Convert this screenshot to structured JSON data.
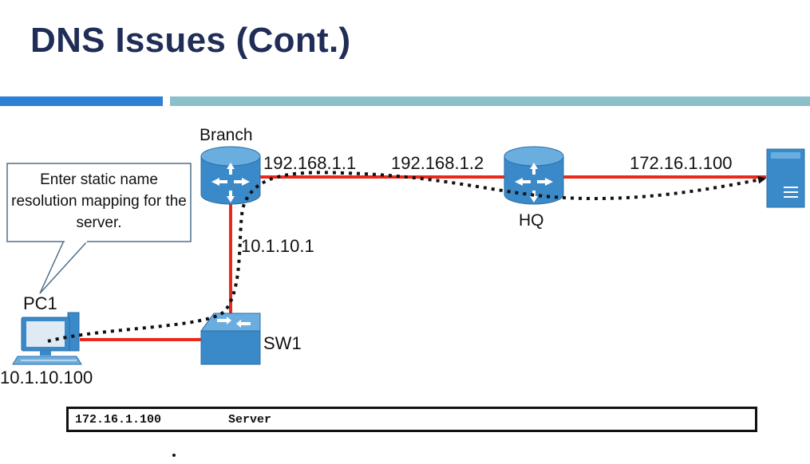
{
  "slide": {
    "title": "DNS Issues (Cont.)"
  },
  "colors": {
    "title": "#1f2d57",
    "accent_bar_dark": "#2e7fd6",
    "accent_bar_light": "#8bbfca",
    "link": "#e8291c",
    "device_blue": "#3a89c9",
    "path": "#111111"
  },
  "devices": {
    "pc1": {
      "name": "PC1",
      "ip": "10.1.10.100",
      "icon": "pc-icon"
    },
    "sw1": {
      "name": "SW1",
      "icon": "switch-icon"
    },
    "branch": {
      "name": "Branch",
      "icon": "router-icon"
    },
    "hq": {
      "name": "HQ",
      "icon": "router-icon"
    },
    "server": {
      "icon": "server-icon"
    }
  },
  "links": {
    "branch_hq_left_ip": "192.168.1.1",
    "branch_hq_right_ip": "192.168.1.2",
    "hq_server_ip": "172.16.1.100",
    "branch_sw_ip": "10.1.10.1"
  },
  "callout": {
    "text": "Enter static name resolution mapping for the server."
  },
  "hosts_entry": {
    "ip": "172.16.1.100",
    "name": "Server"
  }
}
